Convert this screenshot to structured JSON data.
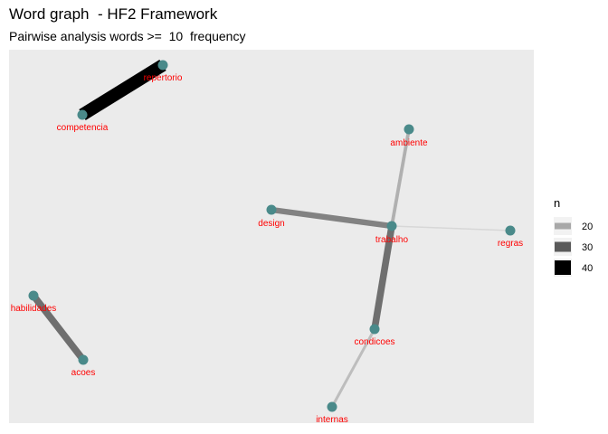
{
  "title": "Word graph  - HF2 Framework",
  "subtitle": "Pairwise analysis words >=  10  frequency",
  "colors": {
    "panel_bg": "#ebebeb",
    "node_fill": "#4a8a8a",
    "label": "#ff0000"
  },
  "legend": {
    "title": "n",
    "items": [
      {
        "label": "20",
        "color": "#a8a8a8"
      },
      {
        "label": "30",
        "color": "#5a5a5a"
      },
      {
        "label": "40",
        "color": "#000000"
      }
    ]
  },
  "nodes": [
    {
      "id": "repertorio",
      "label": "repertorio"
    },
    {
      "id": "competencia",
      "label": "competencia"
    },
    {
      "id": "ambiente",
      "label": "ambiente"
    },
    {
      "id": "design",
      "label": "design"
    },
    {
      "id": "trabalho",
      "label": "trabalho"
    },
    {
      "id": "regras",
      "label": "regras"
    },
    {
      "id": "habilidades",
      "label": "habilidades"
    },
    {
      "id": "acoes",
      "label": "acoes"
    },
    {
      "id": "condicoes",
      "label": "condicoes"
    },
    {
      "id": "internas",
      "label": "internas"
    }
  ],
  "edges": [
    {
      "from": "competencia",
      "to": "repertorio",
      "n": 45
    },
    {
      "from": "trabalho",
      "to": "ambiente",
      "n": 18
    },
    {
      "from": "design",
      "to": "trabalho",
      "n": 25
    },
    {
      "from": "trabalho",
      "to": "regras",
      "n": 12
    },
    {
      "from": "trabalho",
      "to": "condicoes",
      "n": 28
    },
    {
      "from": "habilidades",
      "to": "acoes",
      "n": 28
    },
    {
      "from": "condicoes",
      "to": "internas",
      "n": 16
    }
  ]
}
